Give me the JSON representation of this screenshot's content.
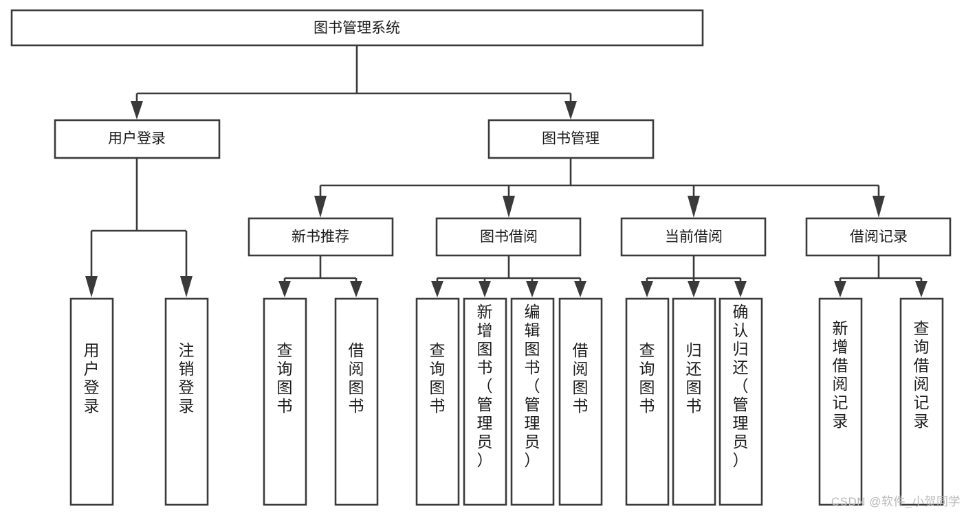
{
  "diagram": {
    "type": "tree",
    "title": "图书管理系统",
    "orientation": "top-down",
    "colors": {
      "box_stroke": "#3a3a3a",
      "box_fill": "#ffffff",
      "connector": "#3a3a3a",
      "text": "#1c1c1c",
      "watermark": "#b9b9b9",
      "background": "#ffffff"
    },
    "root": {
      "label": "图书管理系统"
    },
    "level2": [
      {
        "label": "用户登录"
      },
      {
        "label": "图书管理"
      }
    ],
    "level3": [
      {
        "label": "新书推荐"
      },
      {
        "label": "图书借阅"
      },
      {
        "label": "当前借阅"
      },
      {
        "label": "借阅记录"
      }
    ],
    "leaves": {
      "user_login": [
        {
          "label": "用户登录"
        },
        {
          "label": "注销登录"
        }
      ],
      "new_book_recommend": [
        {
          "label": "查询图书"
        },
        {
          "label": "借阅图书"
        }
      ],
      "book_borrow": [
        {
          "label": "查询图书"
        },
        {
          "label": "新增图书（管理员）"
        },
        {
          "label": "编辑图书（管理员）"
        },
        {
          "label": "借阅图书"
        }
      ],
      "current_borrow": [
        {
          "label": "查询图书"
        },
        {
          "label": "归还图书"
        },
        {
          "label": "确认归还（管理员）"
        }
      ],
      "borrow_record": [
        {
          "label": "新增借阅记录"
        },
        {
          "label": "查询借阅记录"
        }
      ]
    }
  },
  "watermark": {
    "text": "CSDN @软件_小贺同学"
  }
}
